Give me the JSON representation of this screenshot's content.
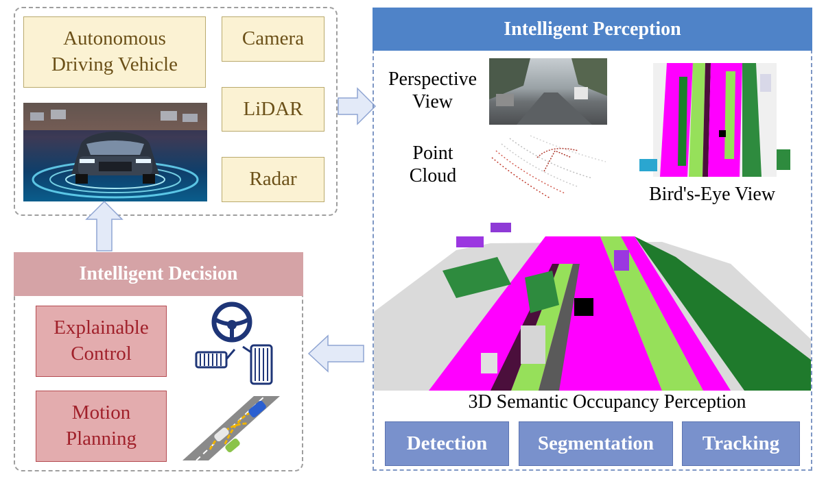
{
  "vehicle_panel": {
    "vehicle_label": "Autonomous Driving Vehicle",
    "sensors": [
      "Camera",
      "LiDAR",
      "Radar"
    ]
  },
  "perception_panel": {
    "title": "Intelligent Perception",
    "perspective_label": "Perspective View",
    "point_cloud_label": "Point Cloud",
    "bev_label": "Bird's-Eye View",
    "occupancy_label": "3D Semantic Occupancy Perception",
    "tasks": [
      "Detection",
      "Segmentation",
      "Tracking"
    ]
  },
  "decision_panel": {
    "title": "Intelligent Decision",
    "items": [
      "Explainable Control",
      "Motion Planning"
    ]
  },
  "icons": [
    "car-photo",
    "road-photo",
    "point-cloud-image",
    "bev-occupancy-image",
    "occupancy-3d-image",
    "steering-pedals-icon",
    "motion-planning-icon",
    "arrow-right-icon",
    "arrow-up-icon",
    "arrow-left-icon"
  ],
  "colors": {
    "perception_header": "#4f83c8",
    "decision_header": "#d5a3a6",
    "task_button": "#7991cc",
    "sensor_box": "#fbf2d3",
    "decision_box": "#e3acae",
    "arrow_fill": "#e3eaf8"
  }
}
